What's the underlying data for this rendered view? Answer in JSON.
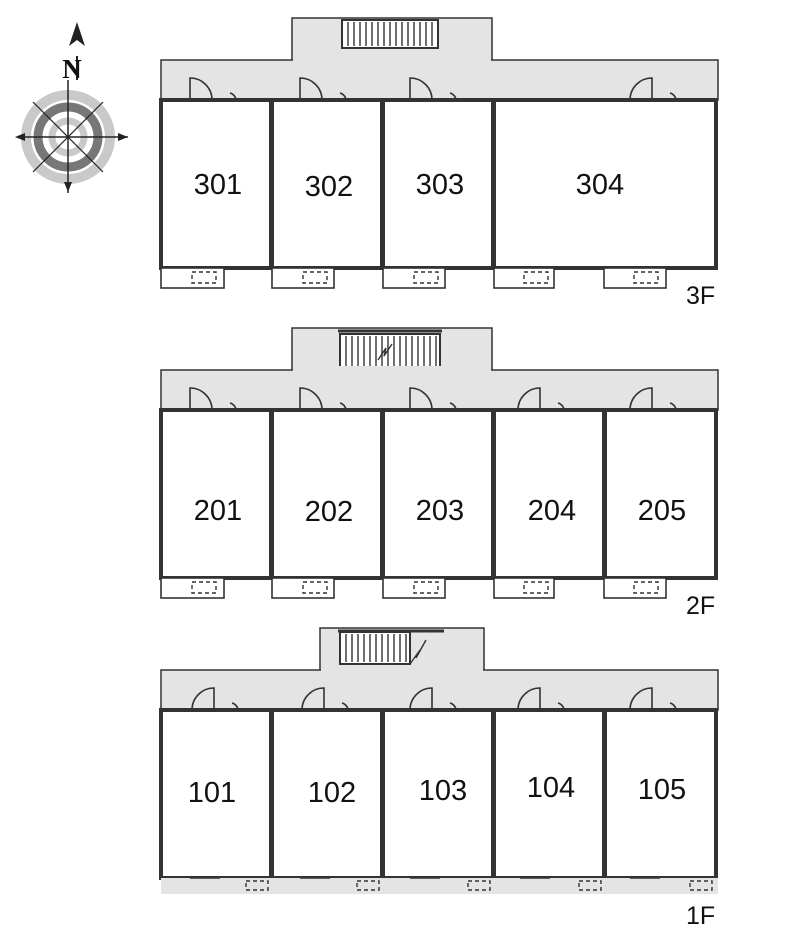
{
  "compass": {
    "north_label": "N",
    "icon": "compass-rose-icon"
  },
  "floors": [
    {
      "label": "3F",
      "rooms": [
        "301",
        "302",
        "303",
        "304"
      ]
    },
    {
      "label": "2F",
      "rooms": [
        "201",
        "202",
        "203",
        "204",
        "205"
      ]
    },
    {
      "label": "1F",
      "rooms": [
        "101",
        "102",
        "103",
        "104",
        "105"
      ]
    }
  ]
}
